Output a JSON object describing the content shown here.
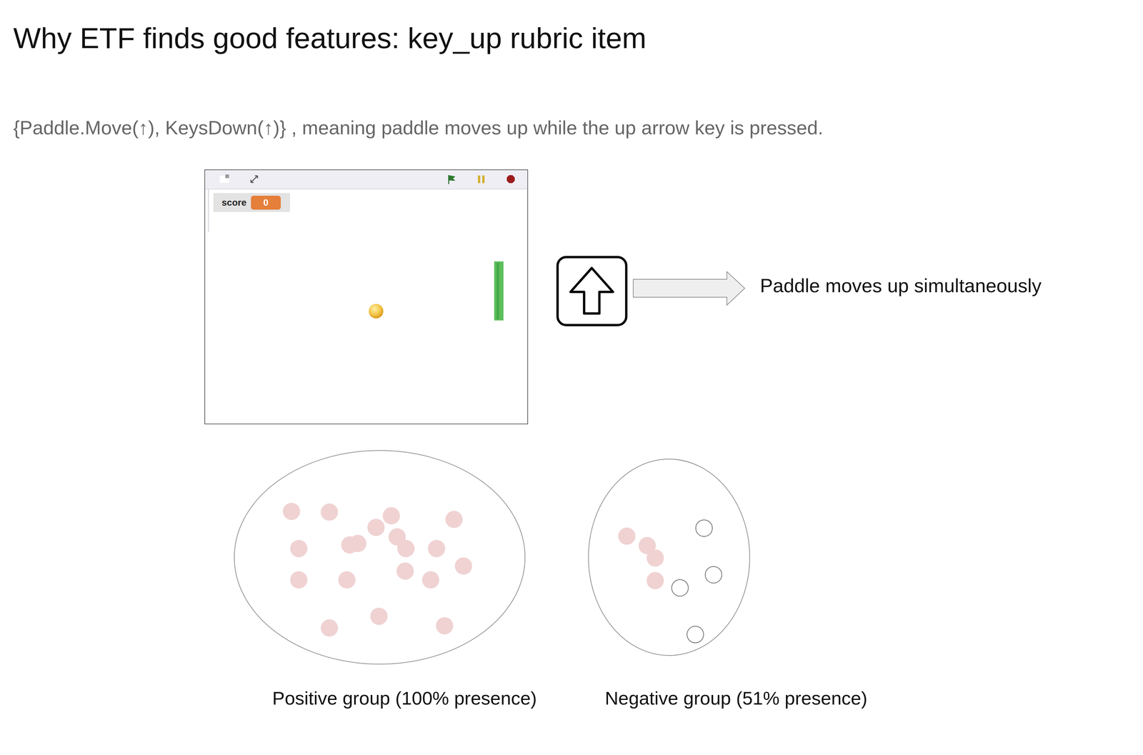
{
  "diagram": {
    "title": "Why ETF finds good features: key_up rubric item",
    "nodes": [
      {
        "text": [
          "Positive group (100% presence)"
        ]
      },
      {
        "text": [
          "Negative group (51% presence)"
        ]
      }
    ],
    "labels": [
      "{Paddle.Move(↑), KeysDown(↑)} , meaning paddle moves up while the up arrow key is pressed.",
      "score",
      "0",
      "Paddle moves up simultaneously"
    ]
  }
}
